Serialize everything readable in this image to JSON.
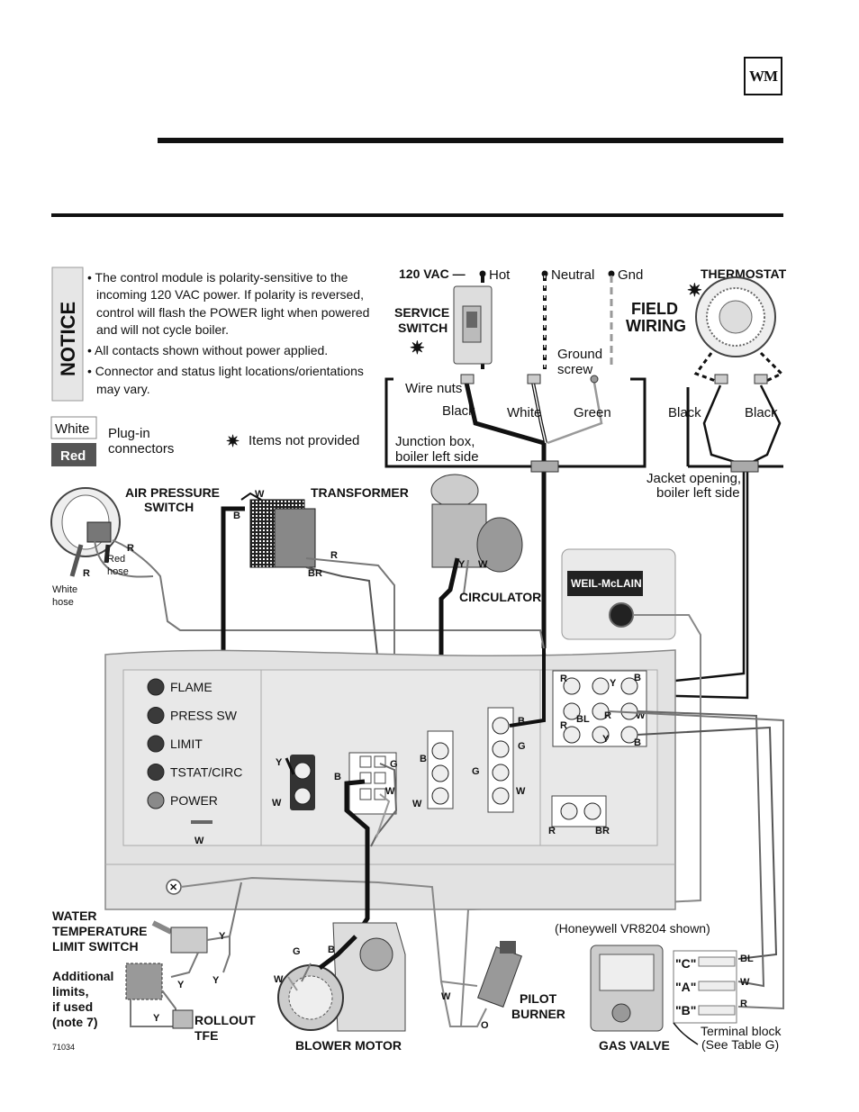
{
  "header": {
    "logo_text": "WM"
  },
  "notice": {
    "title": "NOTICE",
    "lines": [
      "• The control module is polarity-sensitive to the",
      "incoming 120 VAC power. If polarity is reversed,",
      "control will flash the POWER light when powered",
      "and will not cycle boiler.",
      "• All contacts shown without power applied.",
      "• Connector and status light locations/orientations",
      "may vary."
    ]
  },
  "legend": {
    "white_label": "White",
    "red_label": "Red",
    "connectors_line1": "Plug-in",
    "connectors_line2": "connectors",
    "not_provided": "Items not provided"
  },
  "supply": {
    "vac": "120 VAC —",
    "hot": "Hot",
    "neutral": "Neutral",
    "gnd": "Gnd",
    "service_switch_1": "SERVICE",
    "service_switch_2": "SWITCH",
    "wire_nuts": "Wire nuts",
    "ground_screw_1": "Ground",
    "ground_screw_2": "screw",
    "field_wiring_1": "FIELD",
    "field_wiring_2": "WIRING",
    "thermostat": "THERMOSTAT",
    "black": "Black",
    "white": "White",
    "green": "Green",
    "tstat_black_1": "Black",
    "tstat_black_2": "Black",
    "junction_1": "Junction box,",
    "junction_2": "boiler left side",
    "jacket_1": "Jacket opening,",
    "jacket_2": "boiler left side"
  },
  "components": {
    "air_pressure_1": "AIR PRESSURE",
    "air_pressure_2": "SWITCH",
    "transformer": "TRANSFORMER",
    "circulator": "CIRCULATOR",
    "red_hose_1": "Red",
    "red_hose_2": "hose",
    "white_hose_1": "White",
    "white_hose_2": "hose",
    "brand": "WEIL-McLAIN",
    "water_temp_1": "WATER",
    "water_temp_2": "TEMPERATURE",
    "water_temp_3": "LIMIT SWITCH",
    "additional_1": "Additional",
    "additional_2": "limits,",
    "additional_3": "if used",
    "additional_4": "(note 7)",
    "rollout_1": "ROLLOUT",
    "rollout_2": "TFE",
    "blower": "BLOWER MOTOR",
    "pilot_1": "PILOT",
    "pilot_2": "BURNER",
    "gas_valve": "GAS VALVE",
    "honeywell": "(Honeywell VR8204 shown)",
    "terminal_1": "Terminal block",
    "terminal_2": "(See Table G)",
    "term_c": "\"C\"",
    "term_a": "\"A\"",
    "term_b": "\"B\"",
    "term_bl": "BL",
    "term_w": "W",
    "term_r": "R",
    "figure_id": "71034"
  },
  "status_lights": [
    {
      "label": "FLAME",
      "color": "#3a3a3a"
    },
    {
      "label": "PRESS SW",
      "color": "#3a3a3a"
    },
    {
      "label": "LIMIT",
      "color": "#3a3a3a"
    },
    {
      "label": "TSTAT/CIRC",
      "color": "#3a3a3a"
    },
    {
      "label": "POWER",
      "color": "#8a8a8a"
    }
  ],
  "wire_letters": {
    "w": "W",
    "b": "B",
    "r": "R",
    "br": "BR",
    "y": "Y",
    "g": "G",
    "bl": "BL",
    "o": "O"
  }
}
